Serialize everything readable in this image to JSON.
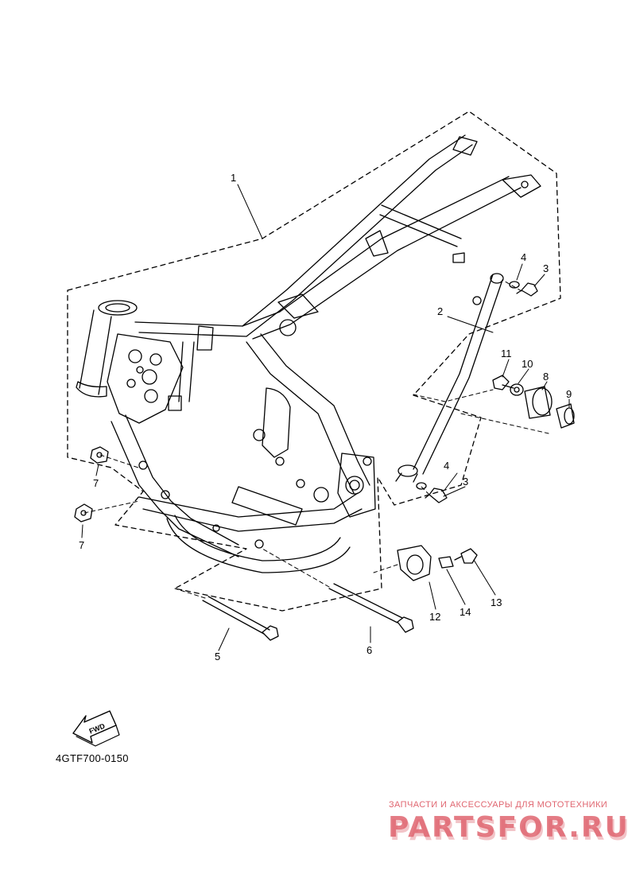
{
  "diagram": {
    "callouts": [
      "1",
      "2",
      "3",
      "4",
      "3",
      "4",
      "5",
      "6",
      "7",
      "7",
      "8",
      "9",
      "10",
      "11",
      "12",
      "13",
      "14"
    ],
    "forward_arrow_label": "FWD",
    "drawing_code": "4GTF700-0150"
  },
  "watermark": {
    "caption": "ЗАПЧАСТИ И АКСЕССУАРЫ ДЛЯ МОТОТЕХНИКИ",
    "logo_text": "PARTSFOR.RU",
    "color": "#e06670"
  },
  "colors": {
    "line": "#000000",
    "background": "#ffffff"
  }
}
